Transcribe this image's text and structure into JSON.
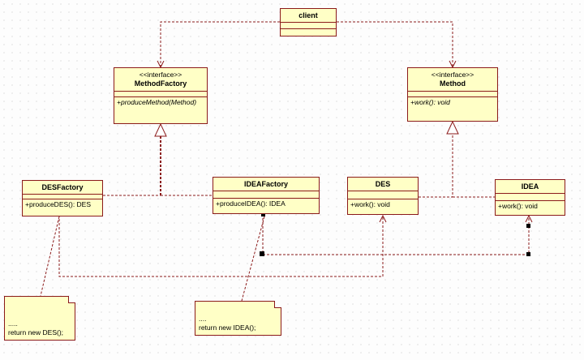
{
  "classes": {
    "client": {
      "name": "client"
    },
    "method_factory": {
      "stereotype": "<<interface>>",
      "name": "MethodFactory",
      "operation": "+produceMethod(Method)"
    },
    "method": {
      "stereotype": "<<interface>>",
      "name": "Method",
      "operation": "+work(): void"
    },
    "des_factory": {
      "name": "DESFactory",
      "operation": "+produceDES(): DES"
    },
    "idea_factory": {
      "name": "IDEAFactory",
      "operation": "+produceIDEA(): IDEA"
    },
    "des": {
      "name": "DES",
      "operation": "+work(): void"
    },
    "idea": {
      "name": "IDEA",
      "operation": "+work(): void"
    }
  },
  "notes": {
    "des_note": {
      "line1": ".....",
      "line2": "return new DES();"
    },
    "idea_note": {
      "line1": "....",
      "line2": "return new IDEA();"
    }
  },
  "colors": {
    "line": "#8b1a1a",
    "box_fill": "#ffffc6",
    "background": "#fdfdfd"
  }
}
